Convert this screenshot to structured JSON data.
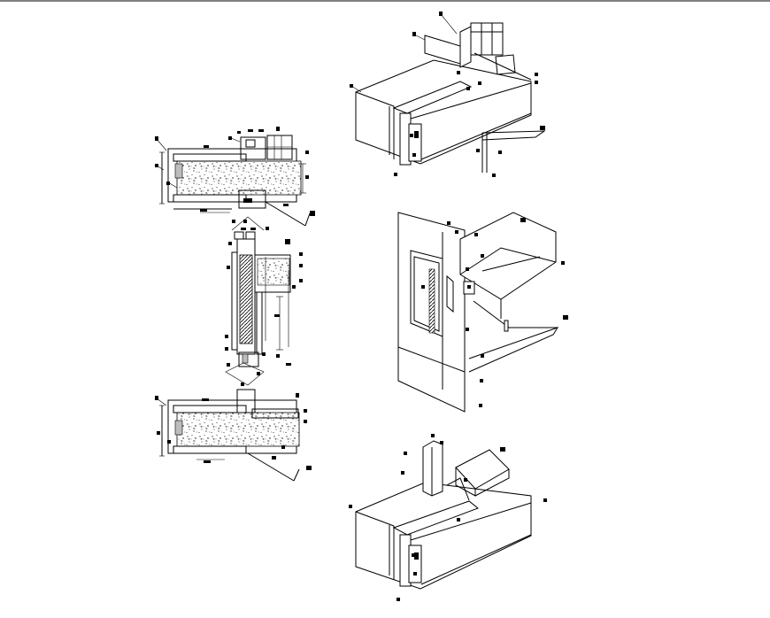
{
  "drawing": {
    "colors": {
      "line": "#000000",
      "background": "#ffffff",
      "insulation_fill": "#9a9a9a"
    },
    "views": [
      {
        "id": "section-elevation",
        "kind": "2d-detail-section"
      },
      {
        "id": "iso-head",
        "kind": "isometric-detail"
      },
      {
        "id": "iso-jamb",
        "kind": "isometric-detail"
      },
      {
        "id": "iso-sill",
        "kind": "isometric-detail"
      }
    ],
    "leader_tag_counts": {
      "section-elevation": 48,
      "iso-head": 14,
      "iso-jamb": 13,
      "iso-sill": 12
    },
    "legible_text": []
  }
}
